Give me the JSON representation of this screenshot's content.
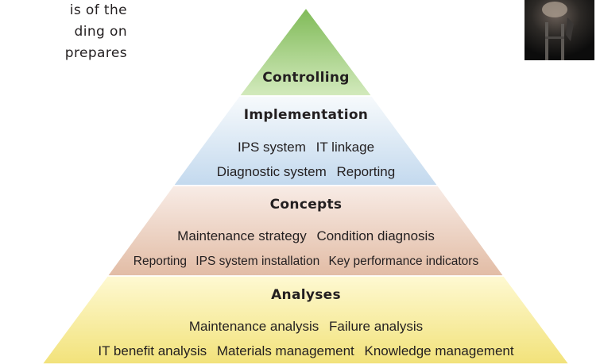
{
  "side_text": {
    "line1": "is of the",
    "line2": "ding on",
    "line3": "prepares"
  },
  "pyramid": {
    "levels": [
      {
        "title": "Controlling",
        "rows": [],
        "color_top": "#8cc46a",
        "color_bottom": "#d6ecc2"
      },
      {
        "title": "Implementation",
        "rows": [
          [
            "IPS system",
            "IT linkage"
          ],
          [
            "Diagnostic system",
            "Reporting"
          ]
        ],
        "color_top": "#f5f8fb",
        "color_bottom": "#c6dbef"
      },
      {
        "title": "Concepts",
        "rows": [
          [
            "Maintenance strategy",
            "Condition diagnosis"
          ],
          [
            "Reporting",
            "IPS system installation",
            "Key performance indicators"
          ]
        ],
        "color_top": "#f6e8e1",
        "color_bottom": "#e3bfa9"
      },
      {
        "title": "Analyses",
        "rows": [
          [
            "Maintenance analysis",
            "Failure analysis"
          ],
          [
            "IT benefit analysis",
            "Materials management",
            "Knowledge management"
          ]
        ],
        "color_top": "#fdf7c9",
        "color_bottom": "#f2e47f"
      }
    ]
  }
}
